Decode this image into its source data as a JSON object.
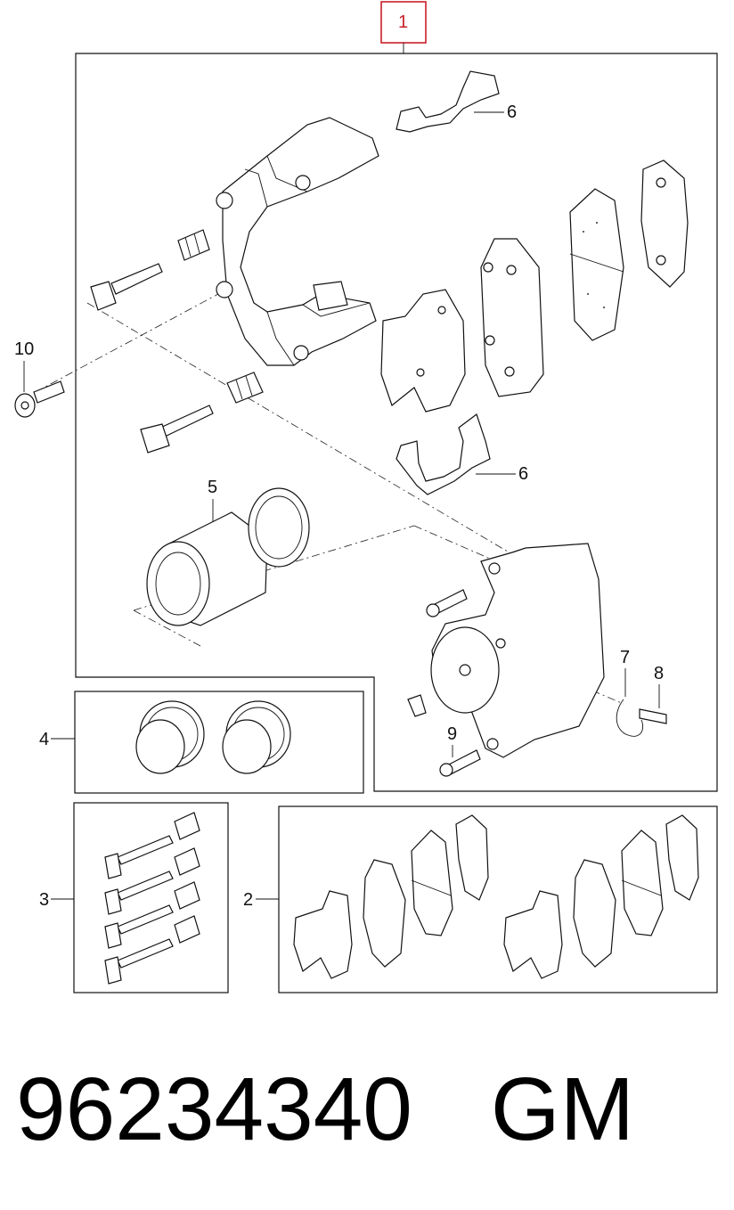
{
  "callouts": {
    "c1": "1",
    "c2": "2",
    "c3": "3",
    "c4": "4",
    "c5": "5",
    "c6a": "6",
    "c6b": "6",
    "c7": "7",
    "c8": "8",
    "c9": "9",
    "c10": "10"
  },
  "footer": {
    "part_number": "96234340",
    "brand": "GM"
  },
  "colors": {
    "highlight": "#c8202a",
    "line": "#111111"
  }
}
